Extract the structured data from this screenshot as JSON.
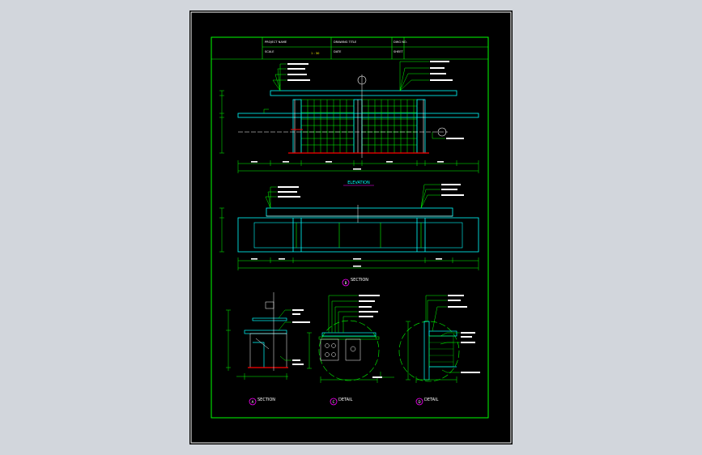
{
  "title_block": {
    "project_label": "PROJECT NAME",
    "project_value": "",
    "drawing_label": "DRAWING TITLE",
    "drawing_value": "",
    "scale_label": "SCALE",
    "scale_value": "1 : 30",
    "date_label": "DATE",
    "date_value": "",
    "number_label": "DWG NO.",
    "number_value": "",
    "sheet_label": "SHEET",
    "sheet_value": ""
  },
  "views": {
    "elevation": {
      "title": "ELEVATION",
      "subtitle": "",
      "marker": ""
    },
    "section_b": {
      "title": "SECTION",
      "subtitle": "",
      "marker": "B"
    },
    "section_a": {
      "title": "SECTION",
      "subtitle": "",
      "marker": "A"
    },
    "detail_c": {
      "title": "DETAIL",
      "subtitle": "",
      "marker": "C"
    },
    "detail_d": {
      "title": "DETAIL",
      "subtitle": "",
      "marker": "D"
    }
  },
  "colors": {
    "frame_green": "#00ff00",
    "cyan": "#00ffff",
    "yellow": "#ffff00",
    "white": "#ffffff",
    "red": "#ff0000",
    "magenta": "#ff00ff",
    "sheet_bg": "#000000",
    "window_bg": "#d2d6dc"
  }
}
